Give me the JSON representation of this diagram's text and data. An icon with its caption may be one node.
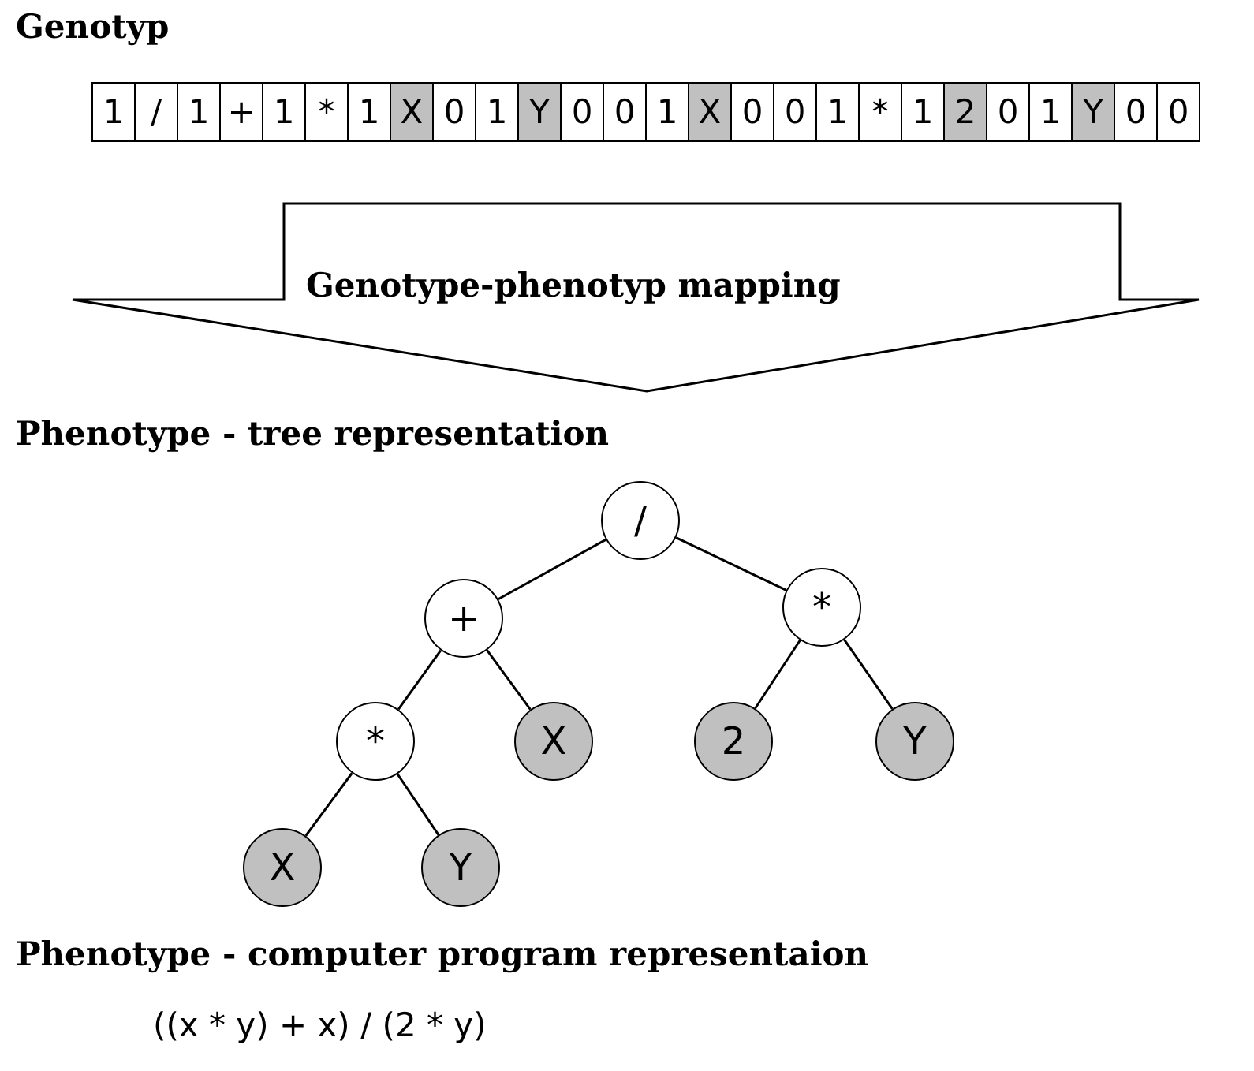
{
  "diagram": {
    "nodes": [
      {
        "text": [
          "1"
        ]
      },
      {
        "text": [
          "/"
        ]
      },
      {
        "text": [
          "1"
        ]
      },
      {
        "text": [
          "+"
        ]
      },
      {
        "text": [
          "1"
        ]
      },
      {
        "text": [
          "*"
        ]
      },
      {
        "text": [
          "1"
        ]
      },
      {
        "text": [
          "X"
        ]
      },
      {
        "text": [
          "0"
        ]
      },
      {
        "text": [
          "1"
        ]
      },
      {
        "text": [
          "Y"
        ]
      },
      {
        "text": [
          "0"
        ]
      },
      {
        "text": [
          "0"
        ]
      },
      {
        "text": [
          "1"
        ]
      },
      {
        "text": [
          "X"
        ]
      },
      {
        "text": [
          "0"
        ]
      },
      {
        "text": [
          "0"
        ]
      },
      {
        "text": [
          "1"
        ]
      },
      {
        "text": [
          "*"
        ]
      },
      {
        "text": [
          "1"
        ]
      },
      {
        "text": [
          "2"
        ]
      },
      {
        "text": [
          "0"
        ]
      },
      {
        "text": [
          "1"
        ]
      },
      {
        "text": [
          "Y"
        ]
      },
      {
        "text": [
          "0"
        ]
      },
      {
        "text": [
          "0"
        ]
      },
      {
        "text": [
          "Genotype-phenotyp mapping"
        ]
      },
      {
        "text": [
          "/"
        ]
      },
      {
        "text": [
          "+"
        ]
      },
      {
        "text": [
          "*"
        ]
      },
      {
        "text": [
          "*"
        ]
      },
      {
        "text": [
          "X"
        ]
      },
      {
        "text": [
          "2"
        ]
      },
      {
        "text": [
          "Y"
        ]
      },
      {
        "text": [
          "X"
        ]
      },
      {
        "text": [
          "Y"
        ]
      }
    ],
    "edges": [
      {
        "from": 27,
        "to": 28,
        "arrow": "none"
      },
      {
        "from": 27,
        "to": 29,
        "arrow": "none"
      },
      {
        "from": 28,
        "to": 30,
        "arrow": "none"
      },
      {
        "from": 28,
        "to": 31,
        "arrow": "none"
      },
      {
        "from": 29,
        "to": 32,
        "arrow": "none"
      },
      {
        "from": 29,
        "to": 33,
        "arrow": "none"
      },
      {
        "from": 30,
        "to": 34,
        "arrow": "none"
      },
      {
        "from": 30,
        "to": 35,
        "arrow": "none"
      }
    ],
    "labels": [
      "Genotyp",
      "Phenotype - tree representation",
      "Phenotype - computer program representaion",
      "((x * y) + x) / (2 * y)"
    ]
  }
}
